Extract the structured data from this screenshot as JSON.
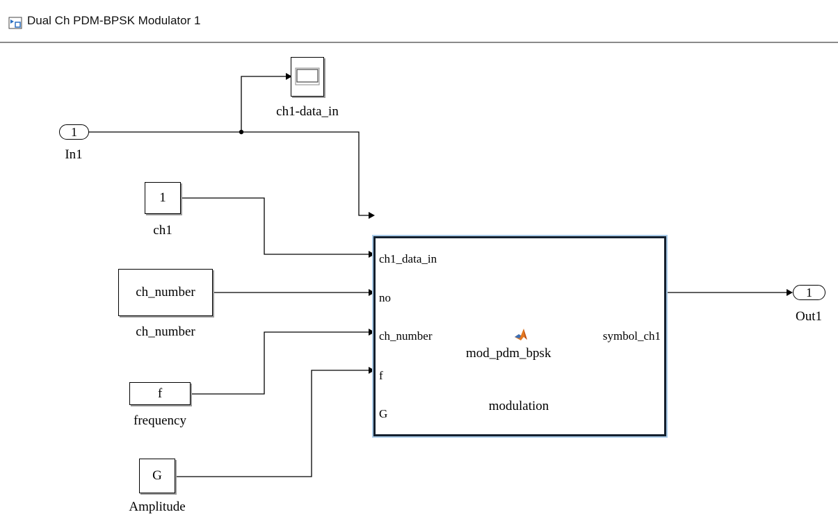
{
  "window": {
    "title": "Dual Ch PDM-BPSK Modulator 1",
    "title_icon": "subsystem-icon"
  },
  "blocks": {
    "in1": {
      "number": "1",
      "label": "In1"
    },
    "scope": {
      "label": "ch1-data_in",
      "icon": "scope-icon"
    },
    "ch1": {
      "value": "1",
      "label": "ch1"
    },
    "ch_number": {
      "value": "ch_number",
      "label": "ch_number"
    },
    "frequency": {
      "value": "f",
      "label": "frequency"
    },
    "amplitude": {
      "value": "G",
      "label": "Amplitude"
    },
    "modulation": {
      "label": "modulation",
      "function_name": "mod_pdm_bpsk",
      "icon": "matlab-function-icon",
      "inputs": [
        "ch1_data_in",
        "no",
        "ch_number",
        "f",
        "G"
      ],
      "outputs": [
        "symbol_ch1"
      ]
    },
    "out1": {
      "number": "1",
      "label": "Out1"
    }
  },
  "colors": {
    "wire": "#000000",
    "selection": "#aacbe8",
    "block_border": "#14202e"
  }
}
